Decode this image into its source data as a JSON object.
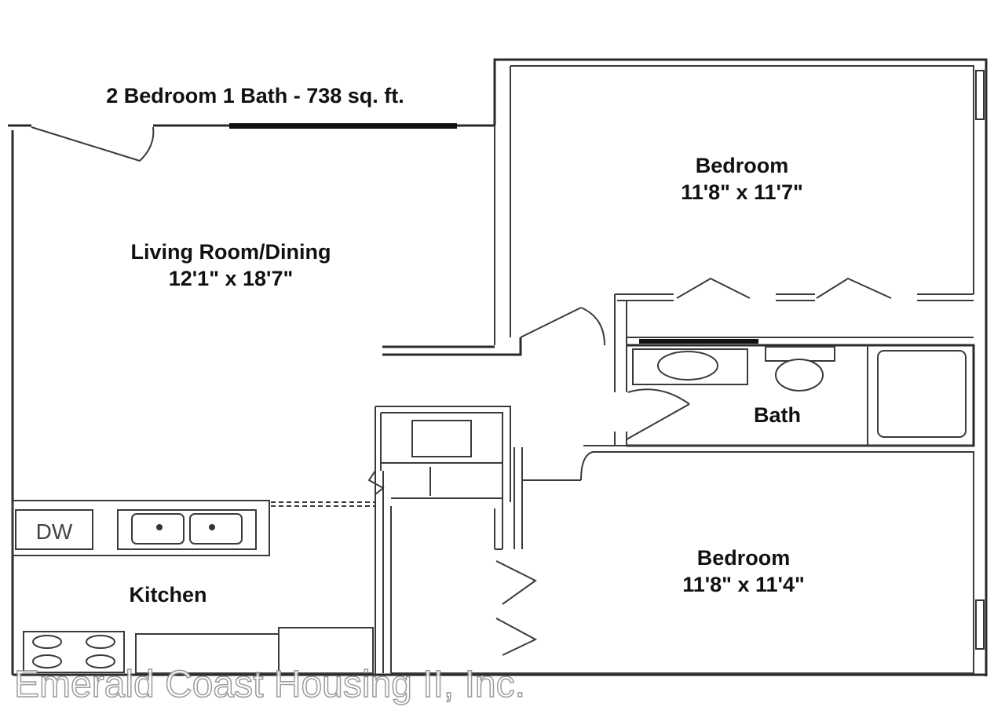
{
  "plan": {
    "title": "2 Bedroom 1 Bath - 738 sq. ft.",
    "rooms": [
      {
        "name": "Living Room/Dining",
        "dimensions": "12'1\" x 18'7\""
      },
      {
        "name": "Bedroom",
        "dimensions": "11'8\" x 11'7\""
      },
      {
        "name": "Bath"
      },
      {
        "name": "Bedroom",
        "dimensions": "11'8\" x 11'4\""
      },
      {
        "name": "Kitchen"
      }
    ],
    "appliance_labels": {
      "dishwasher": "DW"
    },
    "watermark": "Emerald Coast Housing II, Inc."
  }
}
